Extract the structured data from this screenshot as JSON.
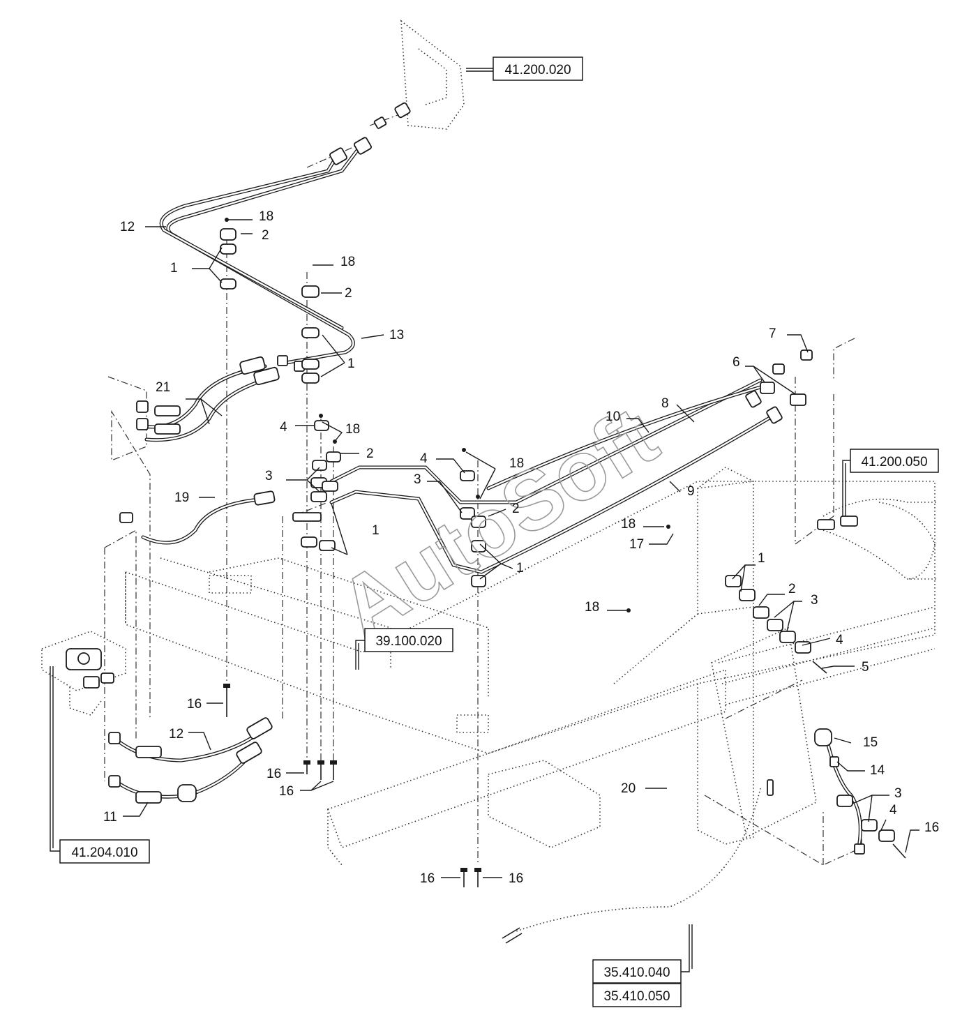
{
  "watermark": "AutoSoft",
  "references": [
    {
      "id": "ref-41-200-020",
      "text": "41.200.020"
    },
    {
      "id": "ref-41-200-050",
      "text": "41.200.050"
    },
    {
      "id": "ref-39-100-020",
      "text": "39.100.020"
    },
    {
      "id": "ref-41-204-010",
      "text": "41.204.010"
    },
    {
      "id": "ref-35-410-040",
      "text": "35.410.040"
    },
    {
      "id": "ref-35-410-050",
      "text": "35.410.050"
    }
  ],
  "callouts": [
    "12",
    "18",
    "2",
    "1",
    "18",
    "2",
    "13",
    "1",
    "21",
    "4",
    "18",
    "2",
    "3",
    "19",
    "1",
    "4",
    "18",
    "3",
    "2",
    "1",
    "10",
    "8",
    "9",
    "7",
    "6",
    "18",
    "17",
    "1",
    "2",
    "3",
    "4",
    "5",
    "18",
    "16",
    "12",
    "16",
    "16",
    "11",
    "15",
    "14",
    "3",
    "4",
    "16",
    "20",
    "16",
    "16"
  ]
}
